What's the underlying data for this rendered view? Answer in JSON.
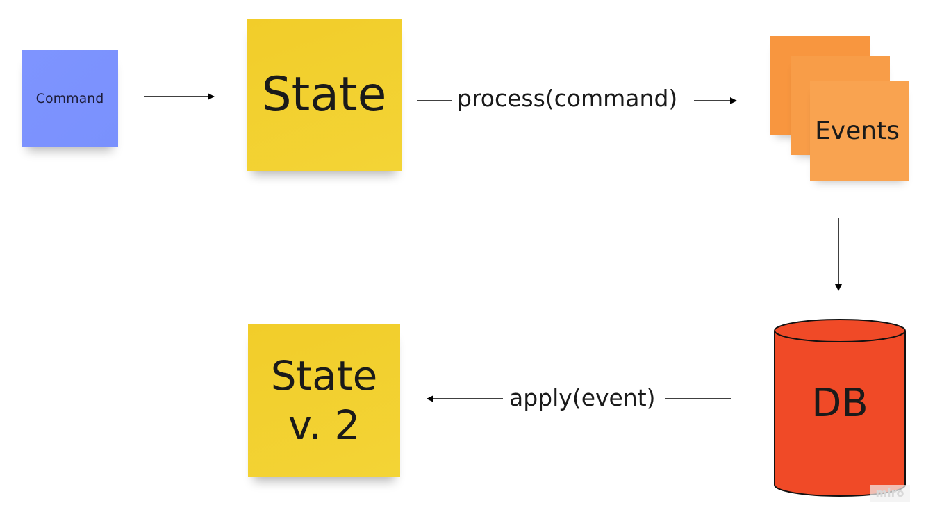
{
  "notes": {
    "command": "Command",
    "state": "State",
    "events": "Events",
    "state_v2_line1": "State",
    "state_v2_line2": "v. 2"
  },
  "edges": {
    "process_label": "process(command)",
    "apply_label": "apply(event)"
  },
  "db": {
    "label": "DB"
  },
  "watermark": "miro",
  "colors": {
    "command_note": "#7e94ff",
    "state_note": "#f2cd2a",
    "events_note": "#f89d48",
    "db_fill": "#f04a27"
  }
}
